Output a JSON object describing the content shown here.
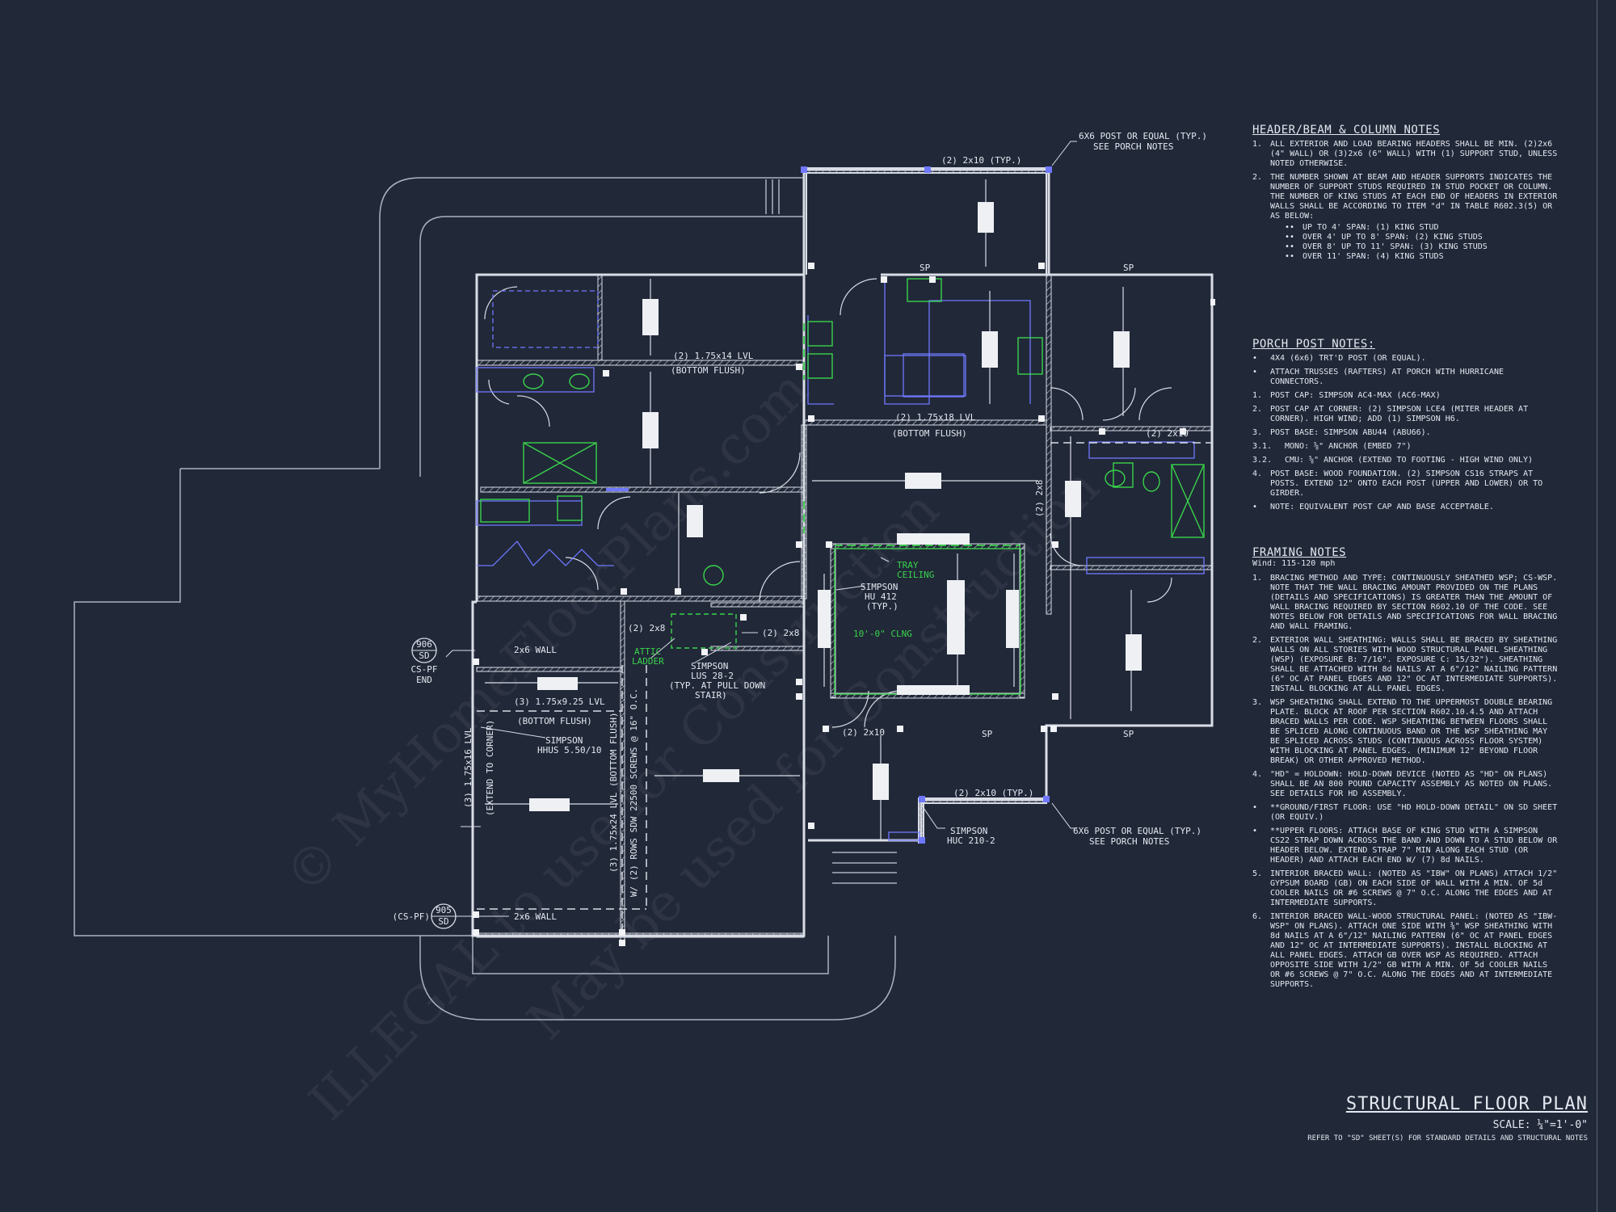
{
  "plan_title": "STRUCTURAL FLOOR PLAN",
  "scale": "SCALE: ¼\"=1'-0\"",
  "refer_note": "REFER TO \"SD\" SHEET(S) FOR STANDARD DETAILS AND STRUCTURAL NOTES",
  "watermarks": [
    "© MyHomeFloorPlans.com",
    "ILLEGAL to use for Construction",
    "May be used for Construction"
  ],
  "plan_labels": {
    "porch_post_top": "6X6 POST OR EQUAL (TYP.)",
    "porch_post_top_2": "SEE PORCH NOTES",
    "porch_post_bottom": "6X6 POST OR EQUAL (TYP.)",
    "porch_post_bottom_2": "SEE PORCH NOTES",
    "top_header": "(2) 2x10 (TYP.)",
    "sp1": "SP",
    "sp2": "SP",
    "sp3": "SP",
    "sp4": "SP",
    "lvl_14": "(2) 1.75x14 LVL",
    "bottom_flush_1": "(BOTTOM FLUSH)",
    "lvl_18": "(2) 1.75x18 LVL",
    "bottom_flush_2": "(BOTTOM FLUSH)",
    "hdr_2x10_right": "(2) 2x10",
    "hdr_2x8_vert": "(2) 2x8",
    "tray_1": "TRAY",
    "tray_2": "CEILING",
    "clng": "10'-0\" CLNG",
    "simpson_hu_1": "SIMPSON",
    "simpson_hu_2": "HU 412",
    "simpson_hu_3": "(TYP.)",
    "hdr_2x8_a": "(2) 2x8",
    "hdr_2x8_b": "(2) 2x8",
    "attic_1": "ATTIC",
    "attic_2": "LADDER",
    "lus_1": "SIMPSON",
    "lus_2": "LUS 28-2",
    "lus_3": "(TYP. AT PULL DOWN",
    "lus_4": "STAIR)",
    "wall_2x6_top": "2x6 WALL",
    "wall_2x6_bottom": "2x6 WALL",
    "lvl_925": "(3) 1.75x9.25 LVL",
    "bottom_flush_3": "(BOTTOM FLUSH)",
    "hhus_1": "SIMPSON",
    "hhus_2": "HHUS 5.50/10",
    "lvl_16_vert": "(3) 1.75x16 LVL",
    "extend_corner": "(EXTEND TO CORNER)",
    "lvl_24_vert": "(3) 1.75x24 LVL (BOTTOM FLUSH)",
    "rows_vert": "W/ (2) ROWS SDW 22500 SCREWS @ 16\" O.C.",
    "hdr_2x10_bottom": "(2) 2x10",
    "hdr_2x10_typ_bottom": "(2) 2x10 (TYP.)",
    "huc_1": "SIMPSON",
    "huc_2": "HUC 210-2",
    "bubble_top_num": "906",
    "bubble_top_sd": "SD",
    "bubble_top_ref": "CS-PF",
    "bubble_top_ref2": "END",
    "bubble_bottom_num": "905",
    "bubble_bottom_sd": "SD",
    "bubble_bottom_ref": "(CS-PF)"
  },
  "header_notes": {
    "title": "HEADER/BEAM & COLUMN NOTES",
    "items": [
      {
        "num": "1.",
        "text": "ALL EXTERIOR AND LOAD BEARING HEADERS SHALL BE MIN. (2)2x6 (4\" WALL) OR (3)2x6 (6\" WALL) WITH (1) SUPPORT STUD, UNLESS NOTED OTHERWISE."
      },
      {
        "num": "2.",
        "text": "THE NUMBER SHOWN AT BEAM AND HEADER SUPPORTS INDICATES THE NUMBER OF SUPPORT STUDS REQUIRED IN STUD POCKET OR COLUMN. THE NUMBER OF KING STUDS AT EACH END OF HEADERS IN EXTERIOR WALLS SHALL BE ACCORDING TO ITEM \"d\" IN TABLE R602.3(5) OR AS BELOW:"
      }
    ],
    "bullets": [
      {
        "mark": "••",
        "text": "UP TO 4' SPAN: (1) KING STUD"
      },
      {
        "mark": "••",
        "text": "OVER 4' UP TO 8' SPAN: (2) KING STUDS"
      },
      {
        "mark": "••",
        "text": "OVER 8' UP TO 11' SPAN: (3) KING STUDS"
      },
      {
        "mark": "••",
        "text": "OVER 11' SPAN: (4) KING STUDS"
      }
    ]
  },
  "porch_notes": {
    "title": "PORCH POST NOTES:",
    "items": [
      {
        "num": "•",
        "text": "4X4 (6x6) TRT'D POST (OR EQUAL)."
      },
      {
        "num": "•",
        "text": "ATTACH TRUSSES (RAFTERS) AT PORCH WITH HURRICANE CONNECTORS."
      },
      {
        "num": "1.",
        "text": "POST CAP: SIMPSON AC4-MAX (AC6-MAX)"
      },
      {
        "num": "2.",
        "text": "POST CAP AT CORNER: (2) SIMPSON LCE4 (MITER HEADER AT CORNER). HIGH WIND; ADD (1) SIMPSON H6."
      },
      {
        "num": "3.",
        "text": "POST BASE: SIMPSON ABU44 (ABU66)."
      },
      {
        "num": "3.1.",
        "text": "MONO: ⅝\" ANCHOR (EMBED 7\")"
      },
      {
        "num": "3.2.",
        "text": "CMU: ⅝\" ANCHOR (EXTEND TO FOOTING - HIGH WIND ONLY)"
      },
      {
        "num": "4.",
        "text": "POST BASE: WOOD FOUNDATION. (2) SIMPSON CS16 STRAPS AT POSTS. EXTEND 12\" ONTO EACH POST (UPPER AND LOWER) OR TO GIRDER."
      },
      {
        "num": "•",
        "text": "NOTE: EQUIVALENT POST CAP AND BASE ACCEPTABLE."
      }
    ]
  },
  "framing_notes": {
    "title": "FRAMING NOTES",
    "wind": "Wind: 115-120 mph",
    "items": [
      {
        "num": "1.",
        "text": "BRACING METHOD AND TYPE: CONTINUOUSLY SHEATHED WSP; CS-WSP. NOTE THAT THE WALL BRACING AMOUNT PROVIDED ON THE PLANS (DETAILS AND SPECIFICATIONS) IS GREATER THAN THE AMOUNT OF WALL BRACING REQUIRED BY SECTION R602.10 OF THE CODE. SEE NOTES BELOW FOR DETAILS AND SPECIFICATIONS FOR WALL BRACING AND WALL FRAMING."
      },
      {
        "num": "2.",
        "text": "EXTERIOR WALL SHEATHING: WALLS SHALL BE BRACED BY SHEATHING WALLS ON ALL STORIES WITH WOOD STRUCTURAL PANEL SHEATHING (WSP) (EXPOSURE B: 7/16\". EXPOSURE C: 15/32\"). SHEATHING SHALL BE ATTACHED WITH 8d NAILS AT A 6\"/12\" NAILING PATTERN (6\" OC AT PANEL EDGES AND 12\" OC AT INTERMEDIATE SUPPORTS). INSTALL BLOCKING AT ALL PANEL EDGES."
      },
      {
        "num": "3.",
        "text": "WSP SHEATHING SHALL EXTEND TO THE UPPERMOST DOUBLE BEARING PLATE. BLOCK AT ROOF PER SECTION R602.10.4.5 AND ATTACH BRACED WALLS PER CODE. WSP SHEATHING BETWEEN FLOORS SHALL BE SPLICED ALONG CONTINUOUS BAND OR THE WSP SHEATHING MAY BE SPLICED ACROSS STUDS (CONTINUOUS ACROSS FLOOR SYSTEM) WITH BLOCKING AT PANEL EDGES. (MINIMUM 12\" BEYOND FLOOR BREAK) OR OTHER APPROVED METHOD."
      },
      {
        "num": "4.",
        "text": "\"HD\" = HOLDOWN: HOLD-DOWN DEVICE (NOTED AS \"HD\" ON PLANS) SHALL BE AN 800 POUND CAPACITY ASSEMBLY AS NOTED ON PLANS. SEE DETAILS FOR HD ASSEMBLY."
      },
      {
        "num": "•",
        "text": "**GROUND/FIRST FLOOR: USE \"HD HOLD-DOWN DETAIL\" ON SD SHEET (OR EQUIV.)"
      },
      {
        "num": "•",
        "text": "**UPPER FLOORS: ATTACH BASE OF KING STUD WITH A SIMPSON CS22 STRAP DOWN ACROSS THE BAND AND DOWN TO A STUD BELOW OR HEADER BELOW. EXTEND STRAP 7\" MIN ALONG EACH STUD (OR HEADER) AND ATTACH EACH END W/ (7) 8d NAILS."
      },
      {
        "num": "5.",
        "text": "INTERIOR BRACED WALL: (NOTED AS \"IBW\" ON PLANS) ATTACH 1/2\" GYPSUM BOARD (GB) ON EACH SIDE OF WALL WITH A MIN. OF 5d COOLER NAILS OR #6 SCREWS @ 7\" O.C. ALONG THE EDGES AND AT INTERMEDIATE SUPPORTS."
      },
      {
        "num": "6.",
        "text": "INTERIOR BRACED WALL-WOOD STRUCTURAL PANEL: (NOTED AS \"IBW-WSP\" ON PLANS). ATTACH ONE SIDE WITH ⅜\" WSP SHEATHING WITH 8d NAILS AT A 6\"/12\" NAILING PATTERN (6\" OC AT PANEL EDGES AND 12\" OC AT INTERMEDIATE SUPPORTS). INSTALL BLOCKING AT ALL PANEL EDGES. ATTACH GB OVER WSP AS REQUIRED. ATTACH OPPOSITE SIDE WITH 1/2\" GB WITH A MIN. OF 5d COOLER NAILS OR #6 SCREWS @ 7\" O.C. ALONG THE EDGES AND AT INTERMEDIATE SUPPORTS."
      }
    ]
  },
  "colors": {
    "background": "#212838",
    "line": "#d9dde6",
    "accent_green": "#39d34a",
    "accent_blue": "#6f78ff"
  }
}
